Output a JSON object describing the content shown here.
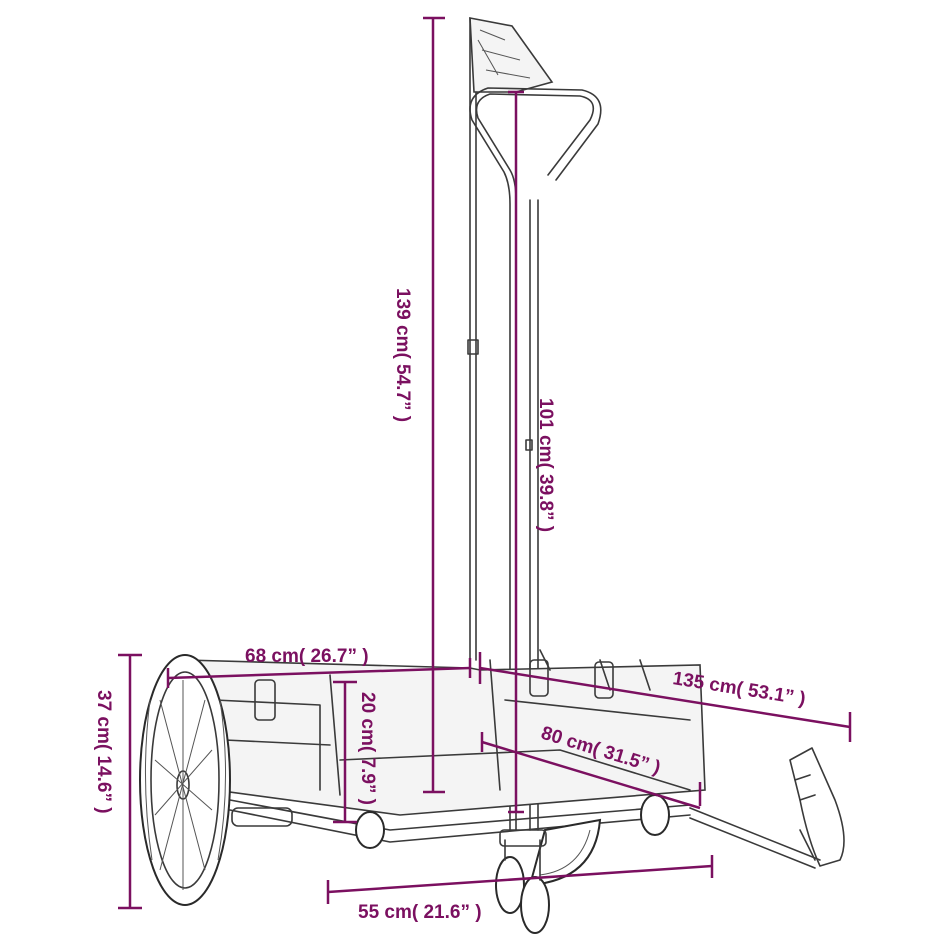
{
  "colors": {
    "dimension": "#7b1060",
    "drawing": "#3a3a3a",
    "background": "#ffffff"
  },
  "dimensions": {
    "total_height": "139 cm( 54.7” )",
    "handle_height": "101 cm( 39.8” )",
    "width": "68 cm( 26.7” )",
    "length": "135 cm( 53.1” )",
    "bed_length": "80 cm( 31.5” )",
    "wall_height": "20 cm( 7.9” )",
    "wheel_height": "37 cm( 14.6” )",
    "bed_width": "55 cm( 21.6” )"
  }
}
